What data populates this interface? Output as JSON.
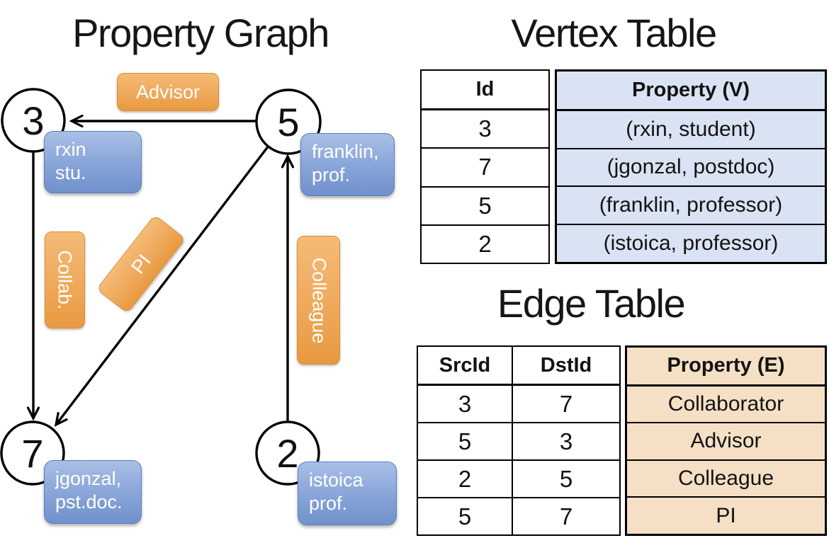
{
  "graph": {
    "title": "Property Graph",
    "nodes": [
      {
        "id": "3",
        "prop_line1": "rxin",
        "prop_line2": "stu."
      },
      {
        "id": "5",
        "prop_line1": "franklin,",
        "prop_line2": "prof."
      },
      {
        "id": "7",
        "prop_line1": "jgonzal,",
        "prop_line2": "pst.doc."
      },
      {
        "id": "2",
        "prop_line1": "istoica",
        "prop_line2": "prof."
      }
    ],
    "edge_labels": {
      "advisor": "Advisor",
      "collab": "Collab.",
      "pi": "PI",
      "colleague": "Colleague"
    }
  },
  "vertex_table": {
    "title": "Vertex Table",
    "columns": {
      "id": "Id",
      "property": "Property (V)"
    },
    "rows": [
      {
        "id": "3",
        "property": "(rxin, student)"
      },
      {
        "id": "7",
        "property": "(jgonzal, postdoc)"
      },
      {
        "id": "5",
        "property": "(franklin, professor)"
      },
      {
        "id": "2",
        "property": "(istoica, professor)"
      }
    ]
  },
  "edge_table": {
    "title": "Edge Table",
    "columns": {
      "src": "SrcId",
      "dst": "DstId",
      "property": "Property (E)"
    },
    "rows": [
      {
        "src": "3",
        "dst": "7",
        "property": "Collaborator"
      },
      {
        "src": "5",
        "dst": "3",
        "property": "Advisor"
      },
      {
        "src": "2",
        "dst": "5",
        "property": "Colleague"
      },
      {
        "src": "5",
        "dst": "7",
        "property": "PI"
      }
    ]
  },
  "colors": {
    "edge_label_orange": "#EFA95C",
    "vertex_box_blue": "#8AA6D9",
    "vertex_table_fill": "#DAE3F3",
    "edge_table_fill": "#F5DFC5",
    "line_black": "#000000"
  }
}
